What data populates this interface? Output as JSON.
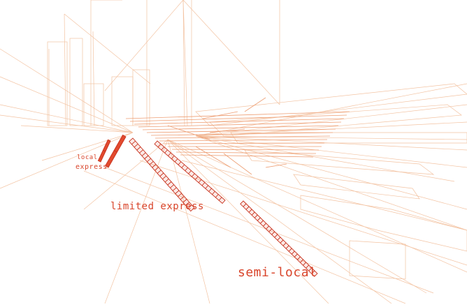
{
  "labels": {
    "local": "local",
    "express": "express",
    "limited_express": "limited express",
    "semi_local": "semi-local"
  },
  "colors": {
    "line_light": "#f3c3a2",
    "line_mid": "#ee9f75",
    "accent": "#e24a2e",
    "accent_dark": "#c8321d"
  }
}
